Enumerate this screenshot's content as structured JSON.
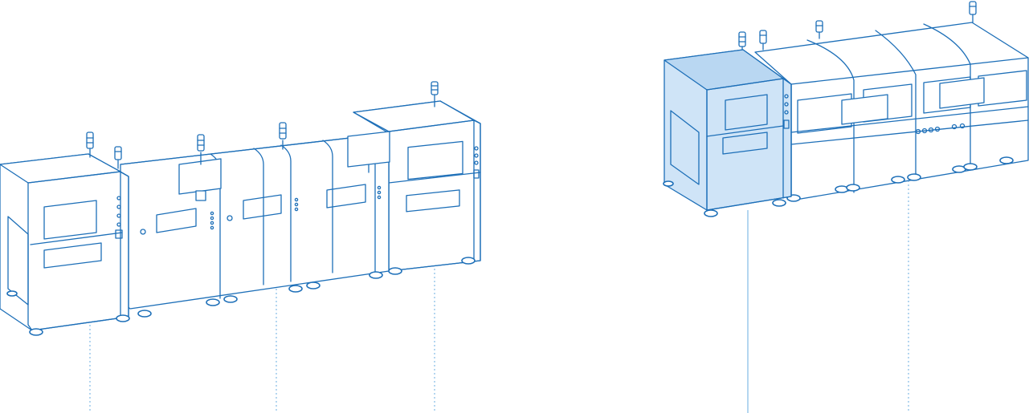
{
  "colors": {
    "line": "#1d6fb8",
    "highlight_fill": "#cfe4f7",
    "highlight_fill_dark": "#b9d7f2",
    "leader_line": "#6aaee0",
    "background": "#ffffff"
  },
  "illustrations": [
    {
      "name": "production-line-left",
      "machines": [
        "inspection-cabinet",
        "module-1",
        "module-2",
        "module-3",
        "module-4",
        "inspection-cabinet-2"
      ],
      "leader_lines": 3,
      "leader_style": "dotted"
    },
    {
      "name": "production-line-right",
      "machines": [
        "highlighted-inspection-cabinet",
        "module-1",
        "module-2",
        "module-3",
        "module-4"
      ],
      "highlighted_machine": "highlighted-inspection-cabinet",
      "leader_lines": 2,
      "leader_style": "solid-and-dotted"
    }
  ]
}
